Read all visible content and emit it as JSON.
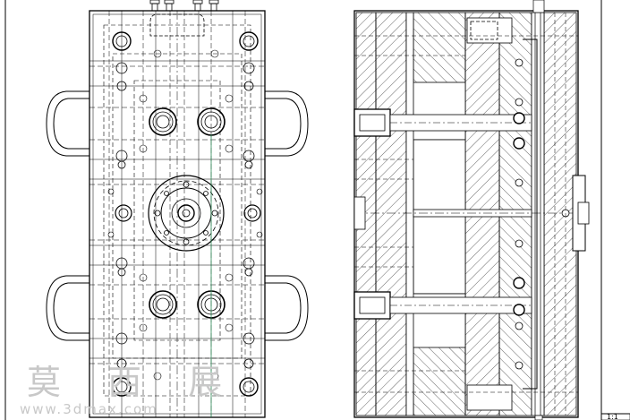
{
  "drawing": {
    "background": "#ffffff",
    "line_color": "#000000",
    "accent_line_color": "#2e8b57",
    "watermark_color": "#c8c8c8"
  },
  "watermark": {
    "chinese_text": "莫 西 展",
    "url_text": "www.3dmax.com"
  },
  "title_block": {
    "label": "1:1"
  }
}
